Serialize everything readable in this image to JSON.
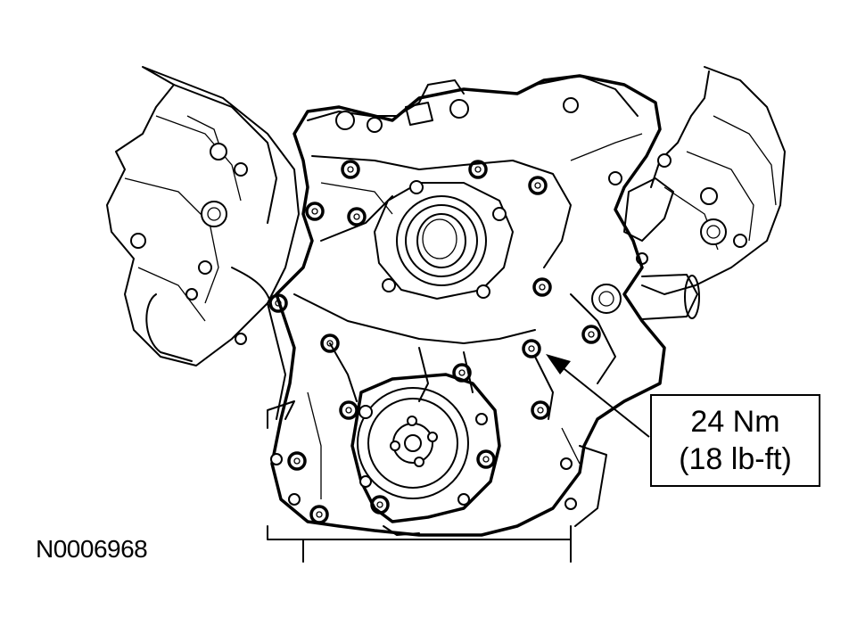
{
  "callout": {
    "torque_nm": "24 Nm",
    "torque_lbft": "(18 lb-ft)"
  },
  "figure_id": "N0006968",
  "icons": [
    "engine-front-cover-drawing",
    "bolt-icon",
    "leader-arrow-icon",
    "water-pump-icon"
  ]
}
